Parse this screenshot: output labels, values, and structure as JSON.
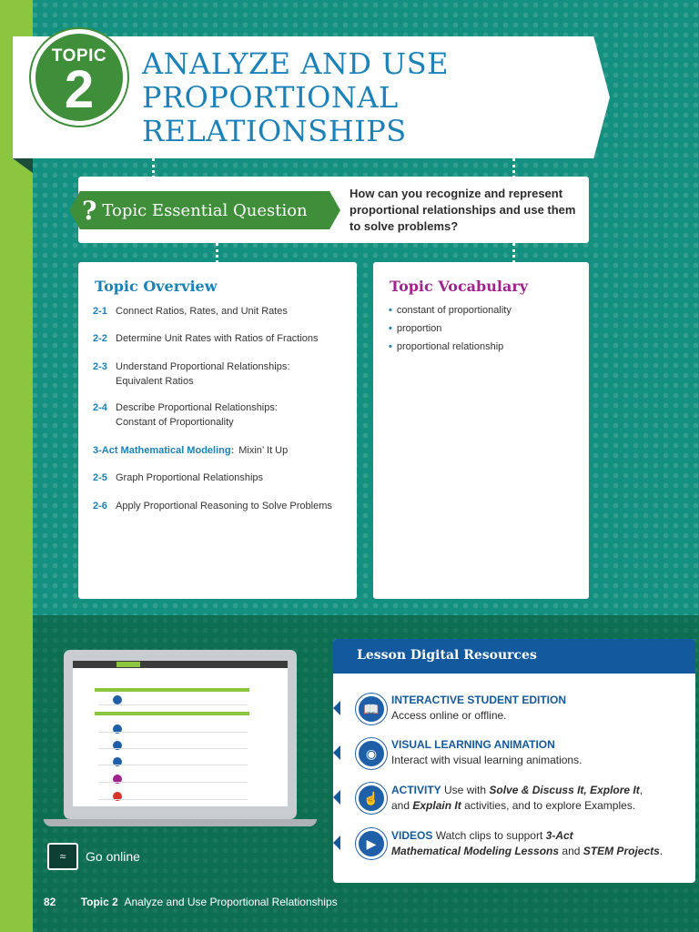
{
  "topic": {
    "label": "TOPIC",
    "number": "2",
    "title": [
      "ANALYZE AND USE",
      "PROPORTIONAL",
      "RELATIONSHIPS"
    ]
  },
  "essential_question": {
    "tag_icon": "?",
    "tag_label": "Topic Essential Question",
    "text": "How can you recognize and represent proportional relationships and use them to solve problems?"
  },
  "overview": {
    "title": "Topic Overview",
    "items": [
      {
        "code": "2-1",
        "text": "Connect Ratios, Rates, and Unit Rates"
      },
      {
        "code": "2-2",
        "text": "Determine Unit Rates with Ratios of Fractions"
      },
      {
        "code": "2-3",
        "text": "Understand Proportional Relationships: Equivalent Ratios"
      },
      {
        "code": "2-4",
        "text": "Describe Proportional Relationships: Constant of Proportionality"
      },
      {
        "code": "3-Act Mathematical Modeling:",
        "text": "Mixin’ It Up"
      },
      {
        "code": "2-5",
        "text": "Graph Proportional Relationships"
      },
      {
        "code": "2-6",
        "text": "Apply Proportional Reasoning to Solve Problems"
      }
    ]
  },
  "vocabulary": {
    "title": "Topic Vocabulary",
    "items": [
      "constant of proportionality",
      "proportion",
      "proportional relationship"
    ]
  },
  "resources": {
    "title": "Lesson Digital Resources",
    "items": [
      {
        "heading": "INTERACTIVE STUDENT EDITION",
        "line1": "",
        "line2": "Access online or offline."
      },
      {
        "heading": "VISUAL LEARNING ANIMATION",
        "line1": "",
        "line2": "Interact with visual learning animations."
      },
      {
        "heading": "ACTIVITY",
        "line1": "Use with",
        "em1": "Solve & Discuss It, Explore It",
        "line2a": "and",
        "em2": "Explain It",
        "line2b": "activities, and to explore Examples."
      },
      {
        "heading": "VIDEOS",
        "line1": "Watch clips to support",
        "em1": "3-Act",
        "em2": "Mathematical Modeling Lessons",
        "line2b": "and",
        "em3": "STEM Projects"
      }
    ]
  },
  "go_online": "Go online",
  "footer": {
    "page": "82",
    "topic": "Topic 2",
    "title": "Analyze and Use Proportional Relationships"
  },
  "colors": {
    "accent_blue": "#1a82b8",
    "accent_green": "#3f8f3a",
    "vocab_magenta": "#a3238e",
    "resources_blue": "#13599d"
  }
}
